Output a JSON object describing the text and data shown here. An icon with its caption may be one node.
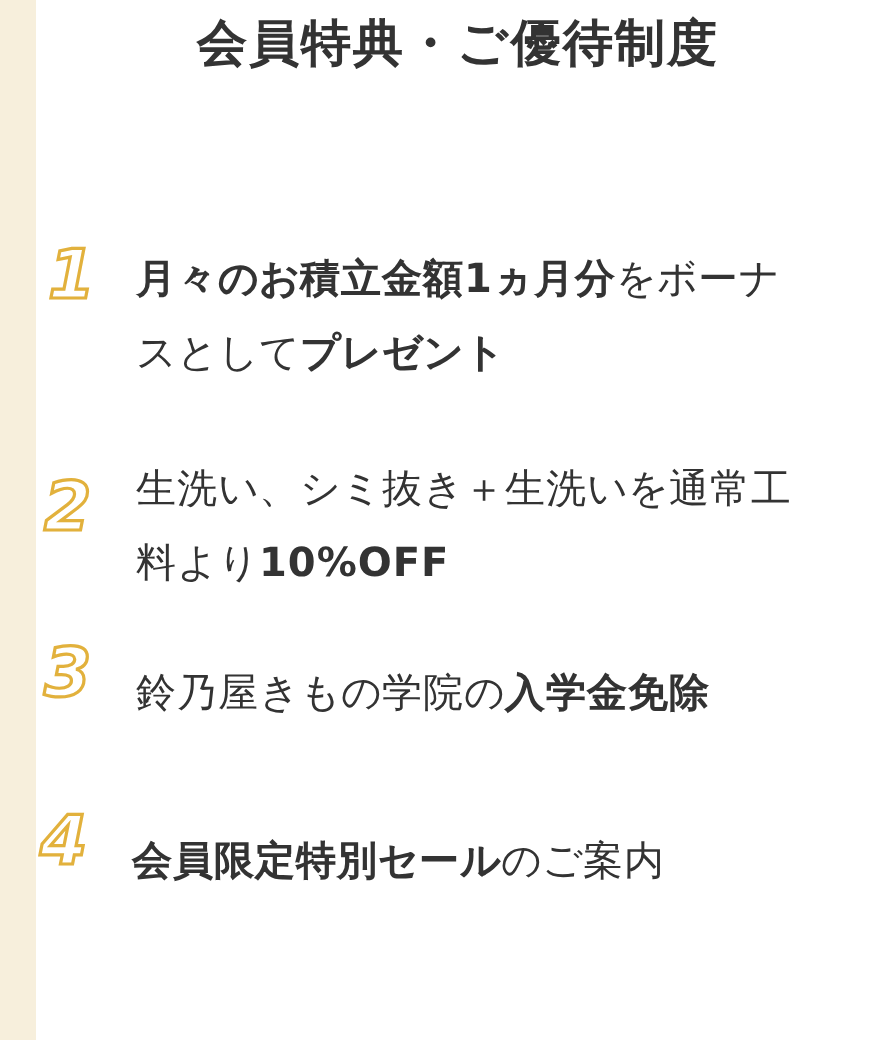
{
  "diagram": {
    "title": "会員特典・ご優待制度",
    "labels": [
      "1",
      "**月々のお積立金額1ヵ月分**をボーナスとして**プレゼント**",
      "2",
      "生洗い、シミ抜き＋生洗いを通常工料より**10%OFF**",
      "3",
      "鈴乃屋きもの学院の**入学金免除**",
      "4",
      "**会員限定特別セール**のご案内"
    ]
  }
}
